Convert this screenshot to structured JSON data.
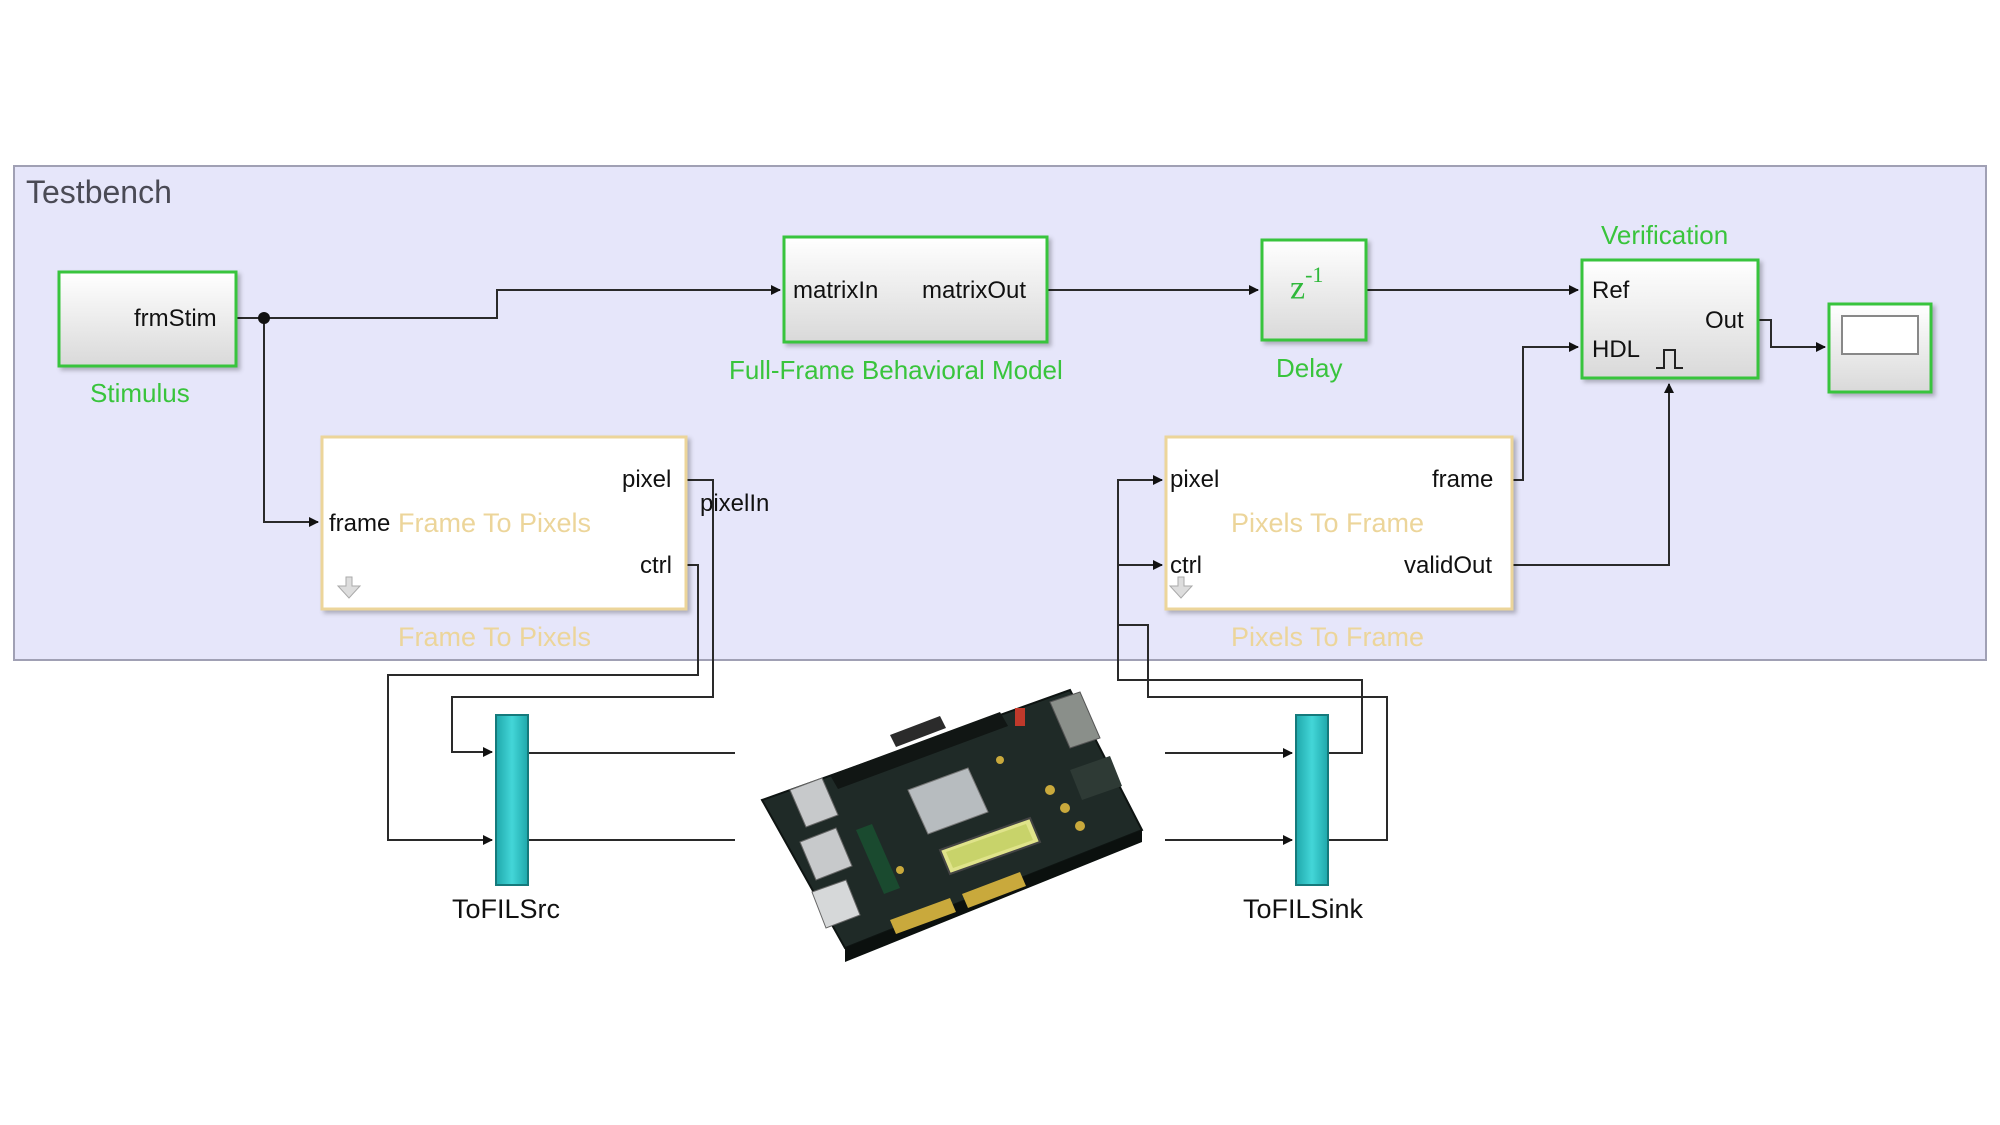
{
  "testbench": {
    "title": "Testbench"
  },
  "blocks": {
    "stimulus": {
      "port_out": "frmStim",
      "caption": "Stimulus"
    },
    "behavioral_model": {
      "port_in": "matrixIn",
      "port_out": "matrixOut",
      "caption": "Full-Frame Behavioral Model"
    },
    "delay": {
      "symbol": "z",
      "exponent": "-1",
      "caption": "Delay"
    },
    "verification": {
      "title": "Verification",
      "port_ref": "Ref",
      "port_hdl": "HDL",
      "port_out": "Out"
    },
    "frame_to_pixels": {
      "port_in": "frame",
      "center": "Frame To Pixels",
      "port_pixel": "pixel",
      "port_ctrl": "ctrl",
      "caption": "Frame To Pixels"
    },
    "pixels_to_frame": {
      "port_pixel": "pixel",
      "port_ctrl": "ctrl",
      "center": "Pixels To Frame",
      "port_frame": "frame",
      "port_valid": "validOut",
      "caption": "Pixels To Frame"
    },
    "tofilsrc": {
      "caption": "ToFILSrc"
    },
    "tofilsink": {
      "caption": "ToFILSink"
    }
  },
  "signals": {
    "pixel_in": "pixelIn"
  },
  "colors": {
    "testbench_fill": "#e6e6fa",
    "testbench_border": "#a0a0b4",
    "green_accent": "#39c43c",
    "yellow_accent": "#ecd59a",
    "teal_block": "#2cc2c4",
    "wire": "#2a2a2a"
  },
  "icons": {
    "fpga_board": "fpga-board-image",
    "scope": "scope-icon",
    "pulse": "pulse-icon"
  }
}
